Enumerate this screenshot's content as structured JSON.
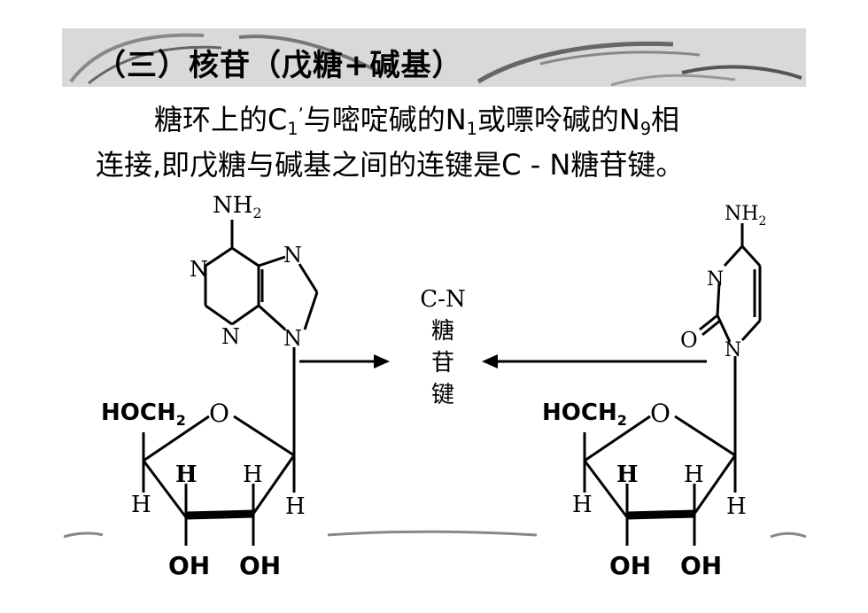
{
  "title": "（三）核苷（戊糖+碱基）",
  "paragraph": {
    "line1_a": "糖环上的C",
    "line1_sub1": "1",
    "line1_sup": "’",
    "line1_b": "与嘧啶碱的N",
    "line1_sub2": "1",
    "line1_c": "或嘌呤碱的N",
    "line1_sub3": "9",
    "line1_d": "相",
    "line2": "连接,即戊糖与碱基之间的连键是C - N糖苷键。"
  },
  "center_label": {
    "bond": "C-N",
    "c1": "糖",
    "c2": "苷",
    "c3": "键"
  },
  "adenine": {
    "amino_N": "NH",
    "amino_sub": "2",
    "n_left_top": "N",
    "n_right_top": "N",
    "n_bottom": "N",
    "n_glyco": "N"
  },
  "cytosine": {
    "amino_N": "NH",
    "amino_sub": "2",
    "n3": "N",
    "o": "O",
    "n1": "N"
  },
  "sugar": {
    "hoch": "HOCH",
    "hoch_sub": "2",
    "ring_o": "O",
    "h": "H",
    "oh": "OH"
  }
}
